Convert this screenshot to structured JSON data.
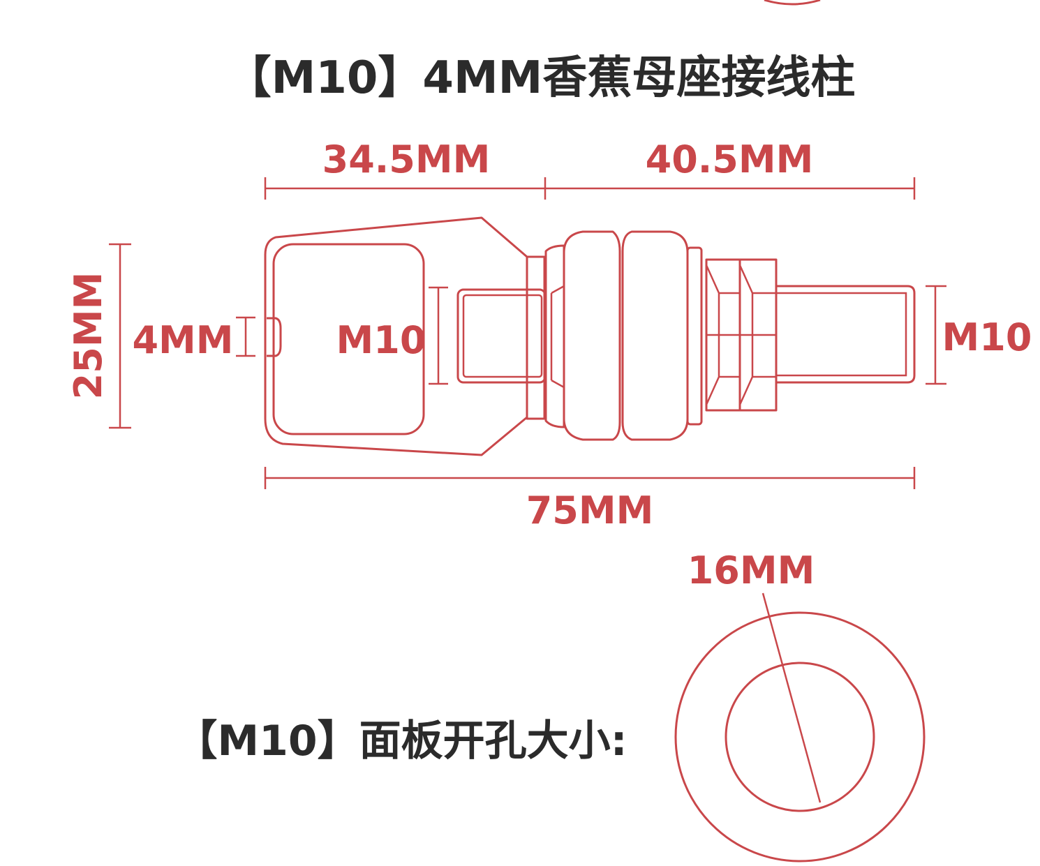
{
  "title": "【M10】4MM香蕉母座接线柱",
  "panel_label": "【M10】面板开孔大小:",
  "dimensions": {
    "left_length": "34.5MM",
    "right_length": "40.5MM",
    "total_length": "75MM",
    "height": "25MM",
    "hole": "4MM",
    "thread_left": "M10",
    "thread_right": "M10",
    "panel_hole": "16MM"
  },
  "colors": {
    "accent": "#c9474a",
    "text": "#2b2b2b",
    "background": "#ffffff"
  }
}
